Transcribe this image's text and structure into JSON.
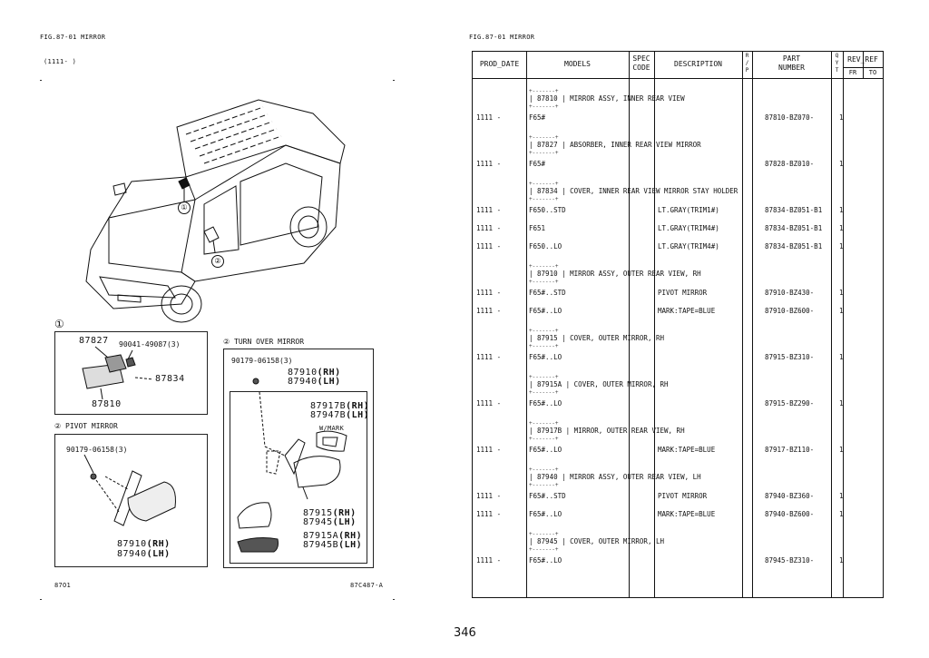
{
  "left": {
    "fig_label": "FIG.87-01  MIRROR",
    "prod_range": "(1111-    )",
    "callout_1": "①",
    "callout_2": "②",
    "box1": {
      "circle": "①",
      "parts": [
        "87827",
        "90041-49087(3)",
        "87834",
        "87810"
      ]
    },
    "box2": {
      "circle": "②",
      "title": "PIVOT MIRROR",
      "parts": [
        "90179-06158(3)",
        "87910",
        "(RH)",
        "87940",
        "(LH)"
      ]
    },
    "box3": {
      "circle": "②",
      "title": "TURN OVER MIRROR",
      "parts": [
        "90179-06158(3)",
        "87910",
        "(RH)",
        "87940",
        "(LH)",
        "87917B",
        "(RH)",
        "87947B",
        "(LH)",
        "W/MARK",
        "87915",
        "(RH)",
        "87945",
        "(LH)",
        "87915A",
        "(RH)",
        "87945B",
        "(LH)"
      ]
    },
    "footer_left": "87O1",
    "footer_right": "87C487-A"
  },
  "right": {
    "fig_label": "FIG.87-01  MIRROR",
    "headers": {
      "prod_date": "PROD_DATE",
      "models": "MODELS",
      "spec_code": [
        "SPEC",
        "CODE"
      ],
      "description": "DESCRIPTION",
      "rp": [
        "R",
        "/",
        "P"
      ],
      "part_number": [
        "PART",
        "NUMBER"
      ],
      "qty": [
        "Q",
        "Y",
        "T"
      ],
      "rev_ref": "REV_REF",
      "fr": "FR",
      "to": "TO"
    },
    "groups": [
      {
        "code": "87810",
        "desc": "MIRROR ASSY, INNER REAR VIEW",
        "rows": [
          {
            "date": "1111 -",
            "model": "F65#",
            "spec": "",
            "part": "87810-BZ070-",
            "qty": "1"
          }
        ]
      },
      {
        "code": "87827",
        "desc": "ABSORBER, INNER REAR VIEW MIRROR",
        "rows": [
          {
            "date": "1111 -",
            "model": "F65#",
            "spec": "",
            "part": "87828-BZ010-",
            "qty": "1"
          }
        ]
      },
      {
        "code": "87834",
        "desc": "COVER, INNER REAR VIEW MIRROR STAY HOLDER",
        "rows": [
          {
            "date": "1111 -",
            "model": "F650..STD",
            "spec": "LT.GRAY(TRIM1#)",
            "part": "87834-BZ051-B1",
            "qty": "1"
          },
          {
            "date": "1111 -",
            "model": "F651",
            "spec": "LT.GRAY(TRIM4#)",
            "part": "87834-BZ051-B1",
            "qty": "1"
          },
          {
            "date": "1111 -",
            "model": "F650..LO",
            "spec": "LT.GRAY(TRIM4#)",
            "part": "87834-BZ051-B1",
            "qty": "1"
          }
        ]
      },
      {
        "code": "87910",
        "desc": "MIRROR ASSY, OUTER REAR VIEW, RH",
        "rows": [
          {
            "date": "1111 -",
            "model": "F65#..STD",
            "spec": "PIVOT MIRROR",
            "part": "87910-BZ430-",
            "qty": "1"
          },
          {
            "date": "1111 -",
            "model": "F65#..LO",
            "spec": "MARK:TAPE=BLUE",
            "part": "87910-BZ600-",
            "qty": "1"
          }
        ]
      },
      {
        "code": "87915",
        "desc": "COVER, OUTER MIRROR, RH",
        "rows": [
          {
            "date": "1111 -",
            "model": "F65#..LO",
            "spec": "",
            "part": "87915-BZ310-",
            "qty": "1"
          }
        ]
      },
      {
        "code": "87915A",
        "desc": "COVER, OUTER MIRROR, RH",
        "rows": [
          {
            "date": "1111 -",
            "model": "F65#..LO",
            "spec": "",
            "part": "87915-BZ290-",
            "qty": "1"
          }
        ]
      },
      {
        "code": "87917B",
        "desc": "MIRROR, OUTER REAR VIEW, RH",
        "rows": [
          {
            "date": "1111 -",
            "model": "F65#..LO",
            "spec": "MARK:TAPE=BLUE",
            "part": "87917-BZ110-",
            "qty": "1"
          }
        ]
      },
      {
        "code": "87940",
        "desc": "MIRROR ASSY, OUTER REAR VIEW, LH",
        "rows": [
          {
            "date": "1111 -",
            "model": "F65#..STD",
            "spec": "PIVOT MIRROR",
            "part": "87940-BZ360-",
            "qty": "1"
          },
          {
            "date": "1111 -",
            "model": "F65#..LO",
            "spec": "MARK:TAPE=BLUE",
            "part": "87940-BZ600-",
            "qty": "1"
          }
        ]
      },
      {
        "code": "87945",
        "desc": "COVER, OUTER MIRROR, LH",
        "rows": [
          {
            "date": "1111 -",
            "model": "F65#..LO",
            "spec": "",
            "part": "87945-BZ310-",
            "qty": "1"
          }
        ]
      }
    ]
  },
  "page_number": "346"
}
